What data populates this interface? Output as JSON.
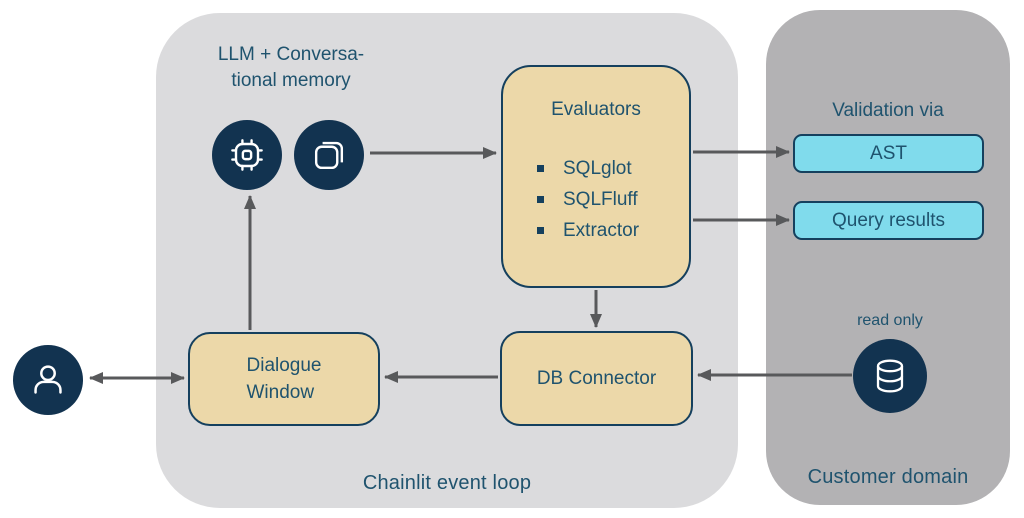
{
  "groups": {
    "chainlit": {
      "label": "Chainlit event loop"
    },
    "customer": {
      "label": "Customer domain"
    }
  },
  "nodes": {
    "llm_memory": {
      "line1": "LLM + Conversa-",
      "line2": "tional memory"
    },
    "evaluators": {
      "title": "Evaluators",
      "items": [
        "SQLglot",
        "SQLFluff",
        "Extractor"
      ]
    },
    "dialogue_window": {
      "line1": "Dialogue",
      "line2": "Window"
    },
    "db_connector": {
      "label": "DB Connector"
    },
    "validation": {
      "label": "Validation via"
    },
    "ast": {
      "label": "AST"
    },
    "query_results": {
      "label": "Query results"
    },
    "database": {
      "read_only_label": "read only"
    }
  },
  "icons": {
    "cpu": "cpu-chip-icon",
    "memory": "copy-stack-icon",
    "user": "user-icon",
    "database": "database-cylinder-icon"
  },
  "colors": {
    "navy_fill": "#123350",
    "navy_border": "#15405e",
    "text_navy": "#1f536e",
    "tan": "#ecd8a9",
    "cyan": "#80dbec",
    "light_gray": "#dbdbdd",
    "dark_gray": "#b3b2b4",
    "arrow_gray": "#58595b"
  }
}
